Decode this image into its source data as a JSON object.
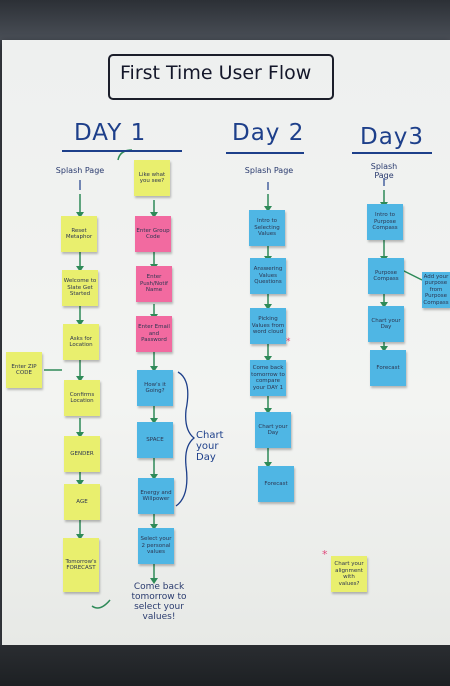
{
  "title": "First Time User Flow",
  "days": [
    {
      "label": "DAY 1"
    },
    {
      "label": "Day 2"
    },
    {
      "label": "Day3"
    }
  ],
  "day1": {
    "splash": "Splash Page",
    "col_left": [
      "Reset Metaphor",
      "Welcome to Slate Get Started",
      "Asks for Location",
      "Confirms Location",
      "GENDER",
      "AGE",
      "Tomorrow's FORECAST"
    ],
    "zip_note": "Enter ZIP CODE",
    "col_right_top": "Like what you see?",
    "col_right": [
      "Enter Group Code",
      "Enter Push/Notif Name",
      "Enter Email and Password",
      "How's it Going?",
      "SPACE",
      "Energy and Willpower",
      "Select your 2 personal values"
    ],
    "brace_label": "Chart your Day",
    "footer_note": "Come back tomorrow to select your values!"
  },
  "day2": {
    "splash": "Splash Page",
    "notes": [
      "Intro to Selecting Values",
      "Answering Values Questions",
      "Picking Values from word cloud",
      "Come back tomorrow to compare your DAY 1",
      "Chart your Day",
      "Forecast"
    ]
  },
  "day3": {
    "splash": "Splash Page",
    "notes": [
      "Intro to Purpose Compass",
      "Purpose Compass",
      "Chart your Day",
      "Forecast"
    ],
    "side_note": "Add your purpose from Purpose Compass"
  },
  "bottom_note": "Chart your alignment with values?",
  "colors": {
    "yellow": "#e9ef6e",
    "pink": "#f26aa0",
    "blue": "#4fb6e4",
    "marker": "#1d3f8a",
    "arrow": "#2e8a58"
  }
}
